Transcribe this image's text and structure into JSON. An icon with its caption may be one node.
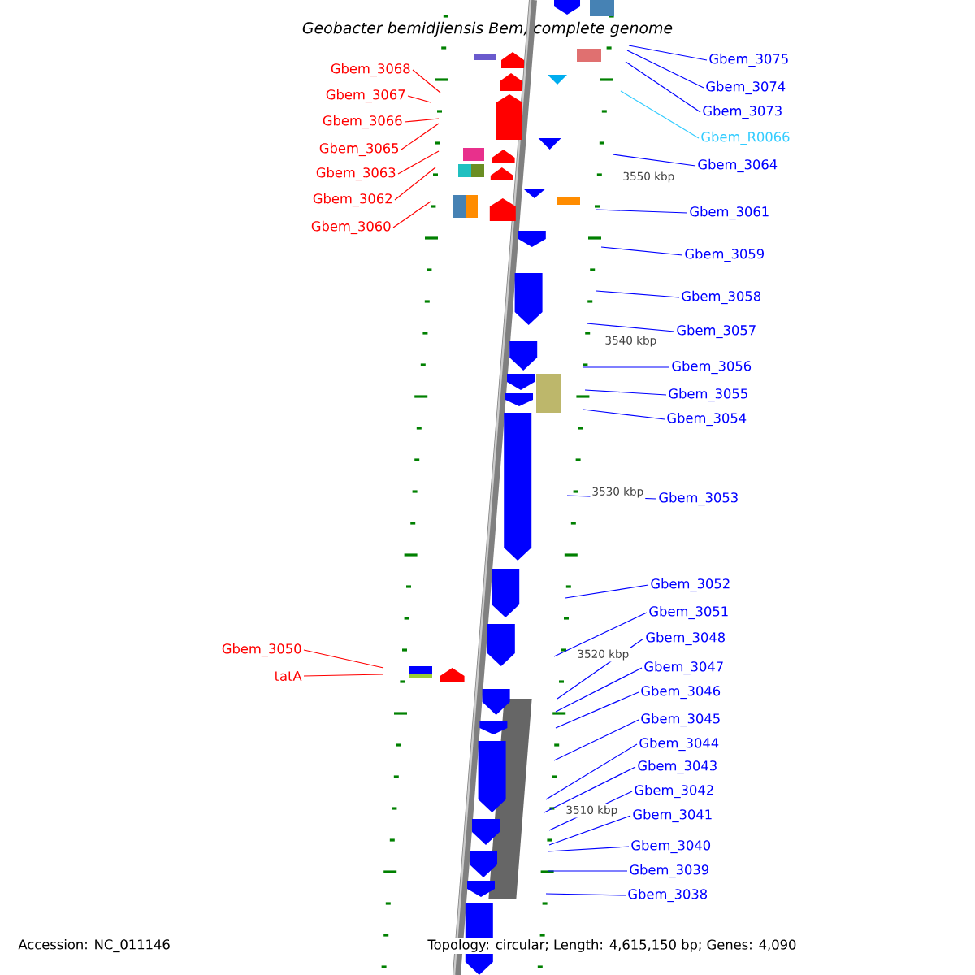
{
  "diagram": {
    "title": "Geobacter bemidjiensis Bem, complete genome",
    "nodes": [
      {
        "text": [
          "Gbem_3068"
        ]
      },
      {
        "text": [
          "Gbem_3067"
        ]
      },
      {
        "text": [
          "Gbem_3066"
        ]
      },
      {
        "text": [
          "Gbem_3065"
        ]
      },
      {
        "text": [
          "Gbem_3063"
        ]
      },
      {
        "text": [
          "Gbem_3062"
        ]
      },
      {
        "text": [
          "Gbem_3060"
        ]
      },
      {
        "text": [
          "Gbem_3050"
        ]
      },
      {
        "text": [
          "tatA"
        ]
      },
      {
        "text": [
          "Gbem_3075"
        ]
      },
      {
        "text": [
          "Gbem_3074"
        ]
      },
      {
        "text": [
          "Gbem_3073"
        ]
      },
      {
        "text": [
          "Gbem_R0066"
        ]
      },
      {
        "text": [
          "Gbem_3064"
        ]
      },
      {
        "text": [
          "Gbem_3061"
        ]
      },
      {
        "text": [
          "Gbem_3059"
        ]
      },
      {
        "text": [
          "Gbem_3058"
        ]
      },
      {
        "text": [
          "Gbem_3057"
        ]
      },
      {
        "text": [
          "Gbem_3056"
        ]
      },
      {
        "text": [
          "Gbem_3055"
        ]
      },
      {
        "text": [
          "Gbem_3054"
        ]
      },
      {
        "text": [
          "Gbem_3053"
        ]
      },
      {
        "text": [
          "Gbem_3052"
        ]
      },
      {
        "text": [
          "Gbem_3051"
        ]
      },
      {
        "text": [
          "Gbem_3048"
        ]
      },
      {
        "text": [
          "Gbem_3047"
        ]
      },
      {
        "text": [
          "Gbem_3046"
        ]
      },
      {
        "text": [
          "Gbem_3045"
        ]
      },
      {
        "text": [
          "Gbem_3044"
        ]
      },
      {
        "text": [
          "Gbem_3043"
        ]
      },
      {
        "text": [
          "Gbem_3042"
        ]
      },
      {
        "text": [
          "Gbem_3041"
        ]
      },
      {
        "text": [
          "Gbem_3040"
        ]
      },
      {
        "text": [
          "Gbem_3039"
        ]
      },
      {
        "text": [
          "Gbem_3038"
        ]
      }
    ],
    "edges": [
      {
        "from": 0,
        "to": null,
        "arrow": "none",
        "color": "#ff0000"
      },
      {
        "from": 1,
        "to": null,
        "arrow": "none",
        "color": "#ff0000"
      },
      {
        "from": 2,
        "to": null,
        "arrow": "none",
        "color": "#ff0000"
      },
      {
        "from": 3,
        "to": null,
        "arrow": "none",
        "color": "#ff0000"
      },
      {
        "from": 4,
        "to": null,
        "arrow": "none",
        "color": "#ff0000"
      },
      {
        "from": 5,
        "to": null,
        "arrow": "none",
        "color": "#ff0000"
      },
      {
        "from": 6,
        "to": null,
        "arrow": "none",
        "color": "#ff0000"
      },
      {
        "from": 7,
        "to": null,
        "arrow": "none",
        "color": "#ff0000"
      },
      {
        "from": 8,
        "to": null,
        "arrow": "none",
        "color": "#ff0000"
      },
      {
        "from": 9,
        "to": null,
        "arrow": "none"
      },
      {
        "from": 10,
        "to": null,
        "arrow": "none"
      },
      {
        "from": 11,
        "to": null,
        "arrow": "none"
      },
      {
        "from": 12,
        "to": null,
        "arrow": "none",
        "color": "#33ccff"
      },
      {
        "from": 13,
        "to": null,
        "arrow": "none"
      },
      {
        "from": 14,
        "to": null,
        "arrow": "none"
      },
      {
        "from": 15,
        "to": null,
        "arrow": "none"
      },
      {
        "from": 16,
        "to": null,
        "arrow": "none"
      },
      {
        "from": 17,
        "to": null,
        "arrow": "none"
      },
      {
        "from": 18,
        "to": null,
        "arrow": "none"
      },
      {
        "from": 19,
        "to": null,
        "arrow": "none"
      },
      {
        "from": 20,
        "to": null,
        "arrow": "none"
      },
      {
        "from": 21,
        "to": null,
        "arrow": "none"
      },
      {
        "from": 22,
        "to": null,
        "arrow": "none"
      },
      {
        "from": 23,
        "to": null,
        "arrow": "none"
      },
      {
        "from": 24,
        "to": null,
        "arrow": "none"
      },
      {
        "from": 25,
        "to": null,
        "arrow": "none"
      },
      {
        "from": 26,
        "to": null,
        "arrow": "none"
      },
      {
        "from": 27,
        "to": null,
        "arrow": "none"
      },
      {
        "from": 28,
        "to": null,
        "arrow": "none"
      },
      {
        "from": 29,
        "to": null,
        "arrow": "none"
      },
      {
        "from": 30,
        "to": null,
        "arrow": "none"
      },
      {
        "from": 31,
        "to": null,
        "arrow": "none"
      },
      {
        "from": 32,
        "to": null,
        "arrow": "none"
      },
      {
        "from": 33,
        "to": null,
        "arrow": "none"
      },
      {
        "from": 34,
        "to": null,
        "arrow": "none"
      }
    ],
    "labels": [
      "3550 kbp",
      "3540 kbp",
      "3530 kbp",
      "3520 kbp",
      "3510 kbp",
      "Accession: NC_011146",
      "Topology: circular; Length: 4,615,150 bp; Genes: 4,090"
    ]
  }
}
